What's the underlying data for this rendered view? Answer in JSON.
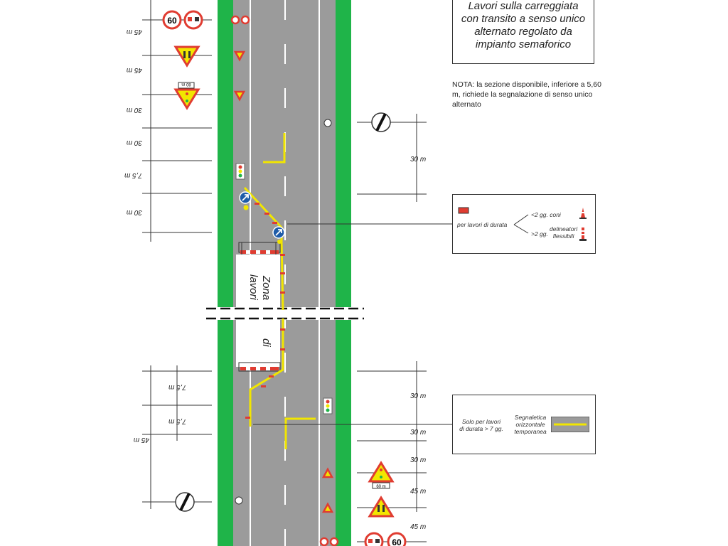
{
  "title_lines": [
    "Lavori sulla carreggiata",
    "con transito a senso unico",
    "alternato regolato da",
    "impianto semaforico"
  ],
  "note": "NOTA: la sezione disponibile, inferiore a 5,60 m, richiede la segnalazione di senso unico alternato",
  "work_zone": {
    "line1": "Zona",
    "line2": "lavori",
    "continued": "di"
  },
  "legend_duration": {
    "caption": "per lavori di durata",
    "short": "<2 gg. coni",
    "long_prefix": ">2 gg.",
    "long_label_line1": "delineatori",
    "long_label_line2": "flessibili"
  },
  "legend_marking": {
    "caption_line1": "Solo per lavori",
    "caption_line2": "di durata > 7 gg.",
    "label_line1": "Segnaletica",
    "label_line2": "orizzontale",
    "label_line3": "temporanea"
  },
  "left_distances": [
    "45 m",
    "45 m",
    "30 m",
    "30 m",
    "7,5 m",
    "30 m"
  ],
  "left_distances_bottom": [
    "7,5 m",
    "7,5 m",
    "45 m"
  ],
  "right_distances": [
    "30 m",
    "30 m",
    "30 m",
    "30 m",
    "45 m",
    "45 m"
  ],
  "speed_limit": "60",
  "plate_distance": "80 m",
  "plate_distance_bottom": "60 m",
  "colors": {
    "green_strip": "#1fb449",
    "road": "#9b9b9b",
    "yellow": "#f2e600",
    "red": "#e03c31",
    "blue": "#1e5ba8"
  }
}
